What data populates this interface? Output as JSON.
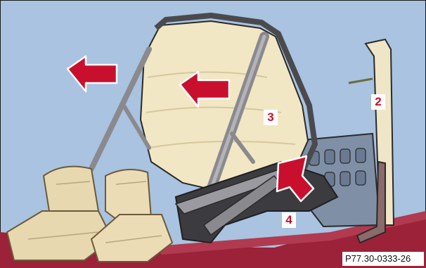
{
  "figure": {
    "callouts": {
      "two": "2",
      "three": "3",
      "four": "4"
    },
    "reference_code": "P77.30-0333-26",
    "colors": {
      "sky": "#a9c3e0",
      "car_body": "#9b2238",
      "seat_leather": "#e8d8b0",
      "frame_metal": "#8a8a8e",
      "arrow": "#c8102e",
      "label_text": "#c8102e"
    },
    "icons": [
      "arrow-left-icon",
      "arrow-left-icon",
      "arrow-diagonal-icon"
    ]
  }
}
